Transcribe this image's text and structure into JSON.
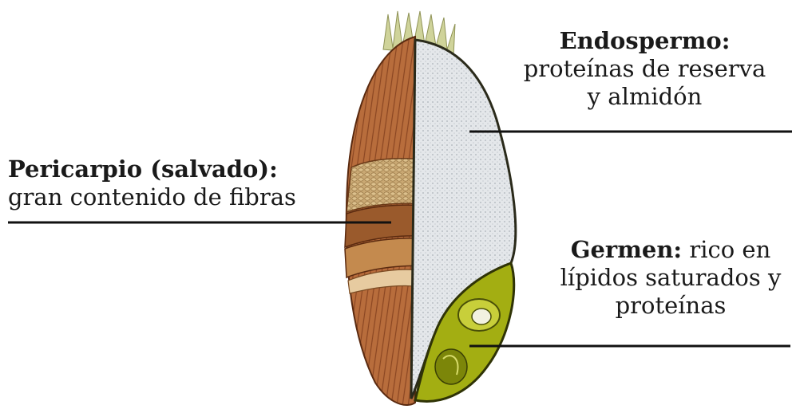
{
  "labels": {
    "endosperm": {
      "title": "Endospermo:",
      "line1": "proteínas de reserva",
      "line2": "y almidón"
    },
    "pericarp": {
      "title": "Pericarpio (salvado):",
      "line1": "gran contenido de fibras"
    },
    "germ": {
      "title": "Germen:",
      "line1_rest": " rico en",
      "line2": "lípidos saturados y",
      "line3": "proteínas"
    }
  },
  "colors": {
    "bran": "#b4693a",
    "bran_dark": "#7a3d1c",
    "endosperm": "#e9ecef",
    "germ": "#9aa50f",
    "germ_dark": "#5b6208",
    "brush": "#c9c98a",
    "leader": "#111111"
  }
}
